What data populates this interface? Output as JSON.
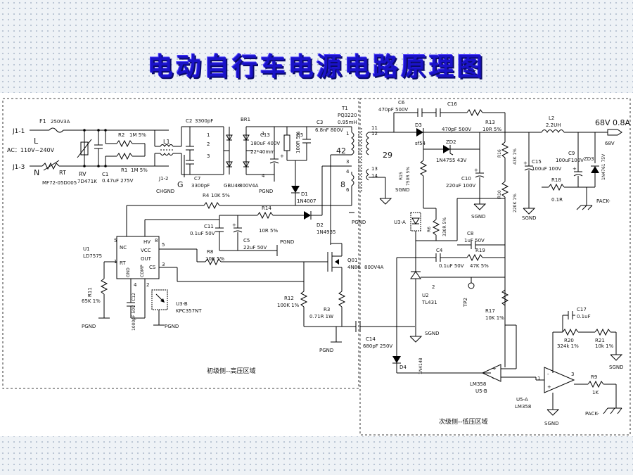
{
  "title": "电动自行车电源电路原理图",
  "regions": {
    "primary": "初级侧--高压区域",
    "secondary": "次级侧--低压区域"
  },
  "input": {
    "j1_1": "J1-1",
    "j1_3": "J1-3",
    "l_label": "L",
    "n_label": "N",
    "ac": "AC：110V~240V",
    "j1_2": "J1-2",
    "chgnd": "CHGND",
    "g_label": "G"
  },
  "components": {
    "f1": "F1",
    "f1_val": "250V3A",
    "r2": "R2",
    "r2_val": "1M 5%",
    "r1": "R1",
    "r1_val": "1M 5%",
    "rt": "RT",
    "rt_val": "MF72-05D005",
    "rv": "RV",
    "rv_val": "7D471K",
    "c1": "C1",
    "c1_val": "0.47uF 275V",
    "l1": "L1",
    "c2": "C2",
    "c2_val": "3300pF",
    "c7": "C7",
    "c7_val": "3300pF",
    "br1": "BR1",
    "br1_val": "GBU4K",
    "br1_val2": "800V4A",
    "c13": "C13",
    "c13_val": "180uF 400V",
    "c13_val2": "22*40mm",
    "r5": "R5",
    "r5_val": "100R 5%",
    "c3": "C3",
    "c3_val": "6.8nF 800V",
    "d1": "D1",
    "d1_val": "1N4007",
    "pgnd": "PGND",
    "r4": "R4",
    "r4_val": "10K 5%",
    "r14": "R14",
    "r14_val": "10R 5%",
    "d2": "D2",
    "d2_val": "1N4935",
    "c11": "C11",
    "c11_val": "0.1uF 50V",
    "c5": "C5",
    "c5_val": "22uF 50V",
    "r8": "R8",
    "r8_val": "10R 5%",
    "q01": "Q01",
    "q01_val": "4N80",
    "q01_val2": "800V4A",
    "u1": "U1",
    "u1_val": "LD7575",
    "pin_nc": "NC",
    "pin_hv": "HV",
    "pin_vcc": "VCC",
    "pin_out": "OUT",
    "pin_rt": "RT",
    "pin_gnd": "GND",
    "pin_comp": "COMP",
    "pin_cs": "CS",
    "r11": "R11",
    "r11_val": "65K 1%",
    "c12": "C12",
    "c12_val": "1000pF 50V",
    "u3b": "U3-B",
    "u3b_val": "KPC357NT",
    "r12": "R12",
    "r12_val": "100K 1%",
    "r3": "R3",
    "r3_val": "0.71R 1W",
    "c14": "C14",
    "c14_val": "680pF 250V",
    "t1": "T1",
    "t1_val": "PQ3220",
    "t1_val2": "0.95mH",
    "t1_42": "42",
    "t1_8": "8",
    "t1_29": "29",
    "c6": "C6",
    "c6_val": "470pF 500V",
    "c16": "C16",
    "c16_val": "470pF 500V",
    "r13": "R13",
    "r13_val": "10R 5%",
    "d3": "D3",
    "d3_val": "sf54",
    "zd2": "ZD2",
    "zd2_val": "1N4755 43V",
    "r15": "R15",
    "r15_val": "750R 5%",
    "c10": "C10",
    "c10_val": "220uF 100V",
    "r16": "R16",
    "r16_val": "43K 1%",
    "r10": "R10",
    "r10_val": "220K 1%",
    "l2": "L2",
    "l2_val": "2.2UH",
    "c15": "C15",
    "c15_val": "100uF 100V",
    "c9": "C9",
    "c9_val": "100uF100V",
    "zd3": "ZD3",
    "zd3_val": "1N4761 75V",
    "r18": "R18",
    "r18_val": "0.1R",
    "out_rating": "68V 0.8A",
    "out_68v": "68V",
    "packm": "PACK-",
    "u3a": "U3-A",
    "r6": "R6",
    "r6_val": "330R 5%",
    "c8": "C8",
    "c8_val": "1uF 50V",
    "c4": "C4",
    "c4_val": "0.1uF 50V",
    "r19": "R19",
    "r19_val": "47K 5%",
    "u2": "U2",
    "u2_val": "TL431",
    "tp2": "TP2",
    "r17": "R17",
    "r17_val": "10K 1%",
    "d4": "D4",
    "d4_val": "1N4148",
    "c17": "C17",
    "c17_val": "0.1uF",
    "r20": "R20",
    "r20_val": "324k 1%",
    "r21": "R21",
    "r21_val": "10k 1%",
    "r9": "R9",
    "r9_val": "1K",
    "u5a": "U5-A",
    "u5a_val": "LM358",
    "u5b": "U5-B",
    "u5b_val": "LM358",
    "sgnd": "SGND"
  }
}
